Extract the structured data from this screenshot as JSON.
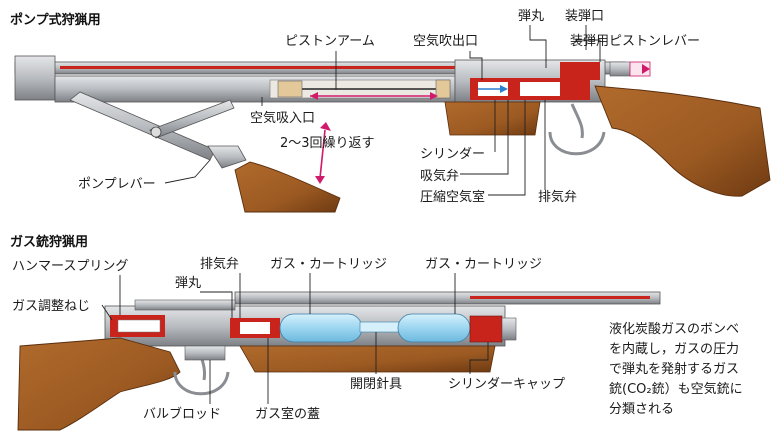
{
  "colors": {
    "wood": "#9c5a22",
    "wood_dark": "#6e3a12",
    "metal": "#b9bcc0",
    "metal_dark": "#7d8186",
    "red": "#c8241c",
    "blue_gas": "#9cd6f0",
    "arrow_pink": "#d01a6a"
  },
  "pump_rifle": {
    "title": "ポンプ式狩猟用",
    "labels": {
      "piston_arm": "ピストンアーム",
      "air_outlet": "空気吹出口",
      "bullet": "弾丸",
      "loading_port": "装弾口",
      "loading_piston_lever": "装弾用ピストンレバー",
      "air_inlet": "空気吸入口",
      "repeat": "2～3回繰り返す",
      "cylinder": "シリンダー",
      "intake_valve": "吸気弁",
      "compressed_air_chamber": "圧縮空気室",
      "exhaust_valve": "排気弁",
      "pump_lever": "ポンプレバー"
    }
  },
  "gas_rifle": {
    "title": "ガス銃狩猟用",
    "labels": {
      "exhaust_valve": "排気弁",
      "cartridge_1": "ガス・カートリッジ",
      "cartridge_2": "ガス・カートリッジ",
      "hammer_spring": "ハンマースプリング",
      "bullet": "弾丸",
      "gas_adjust_screw": "ガス調整ねじ",
      "valve_rod": "バルブロッド",
      "gas_chamber_lid": "ガス室の蓋",
      "opening_needle": "開閉針具",
      "cylinder_cap": "シリンダーキャップ"
    }
  },
  "note": {
    "lines": [
      "液化炭酸ガスのボンベ",
      "を内蔵し，ガスの圧力",
      "で弾丸を発射するガス",
      "銃(CO₂銃）も空気銃に",
      "分類される"
    ]
  }
}
